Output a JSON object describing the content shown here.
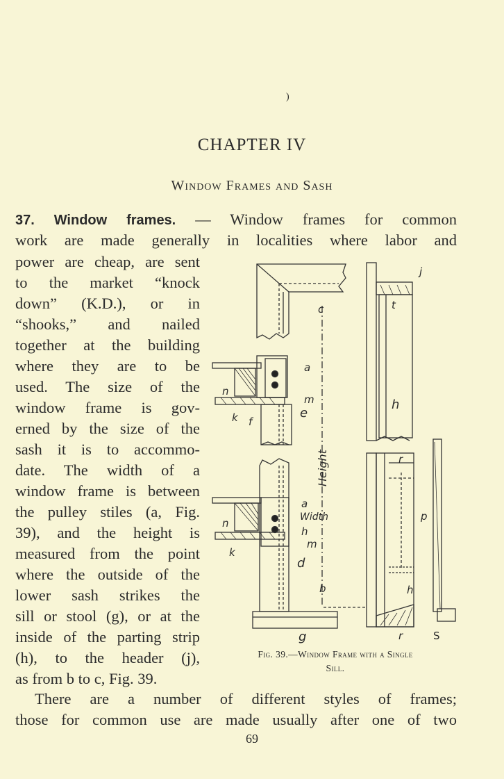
{
  "page": {
    "chapter_heading": "CHAPTER IV",
    "section_heading": "Window Frames and Sash",
    "paragraph_number": "37",
    "paragraph_title": "Window frames.",
    "lines": [
      "— Window frames for common",
      "work are made generally in localities where labor and",
      "power are cheap, are sent",
      "to the market “knock",
      "down” (K.D.), or in",
      "“shooks,” and nailed",
      "together at the building",
      "where they are to be",
      "used. The size of the",
      "window frame is gov-",
      "erned by the size of the",
      "sash it is to accommo-",
      "date. The width of a",
      "window frame is between",
      "the pulley stiles (a, Fig.",
      "39), and the height is",
      "measured from the point",
      "where the outside of the",
      "lower sash strikes the",
      "sill or stool (g), or at the",
      "inside of the parting strip",
      "(h), to the header (j),",
      "as from b to c, Fig. 39.",
      "There are a number of different styles of frames;",
      "those for common use are made usually after one of two"
    ],
    "page_number": "69",
    "top_mark": ")"
  },
  "figure": {
    "caption_line1": "Fig. 39.—Window Frame with a Single",
    "caption_line2": "Sill.",
    "labels": {
      "c": "c",
      "j": "j",
      "t": "t",
      "a": "a",
      "n": "n",
      "m": "m",
      "k": "k",
      "f": "f",
      "e": "e",
      "b": "b",
      "height": "Height",
      "width": "Width",
      "h": "h",
      "d": "d",
      "r": "r",
      "p": "p",
      "g": "g",
      "s": "S"
    }
  }
}
